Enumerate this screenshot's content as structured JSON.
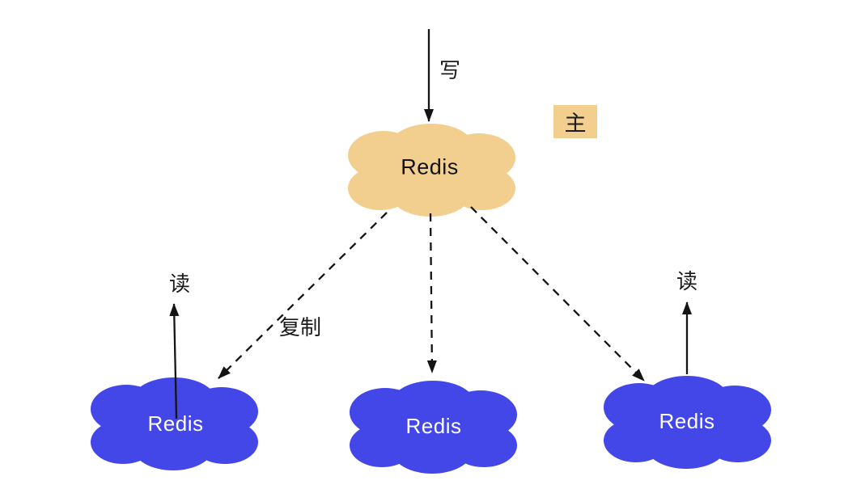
{
  "colors": {
    "background": "#ffffff",
    "master_cloud": "#f2cf8f",
    "replica_cloud": "#4347e8",
    "line": "#141414",
    "master_text": "#131313",
    "replica_text": "#ffffff",
    "badge_background": "#f2cf8f"
  },
  "nodes": {
    "master": {
      "label": "Redis",
      "badge": "主"
    },
    "replica_left": {
      "label": "Redis"
    },
    "replica_middle": {
      "label": "Redis"
    },
    "replica_right": {
      "label": "Redis"
    }
  },
  "edges": {
    "write": {
      "label": "写",
      "style": "solid-arrow-down-into-master"
    },
    "replicate_left": {
      "label": "复制",
      "style": "dashed-arrow-master-to-left-replica"
    },
    "replicate_middle": {
      "label": "",
      "style": "dashed-arrow-master-to-middle-replica"
    },
    "replicate_right": {
      "label": "",
      "style": "dashed-arrow-master-to-right-replica"
    },
    "read_left": {
      "label": "读",
      "style": "solid-arrow-up-from-left-replica"
    },
    "read_right": {
      "label": "读",
      "style": "solid-arrow-up-from-right-replica"
    }
  }
}
